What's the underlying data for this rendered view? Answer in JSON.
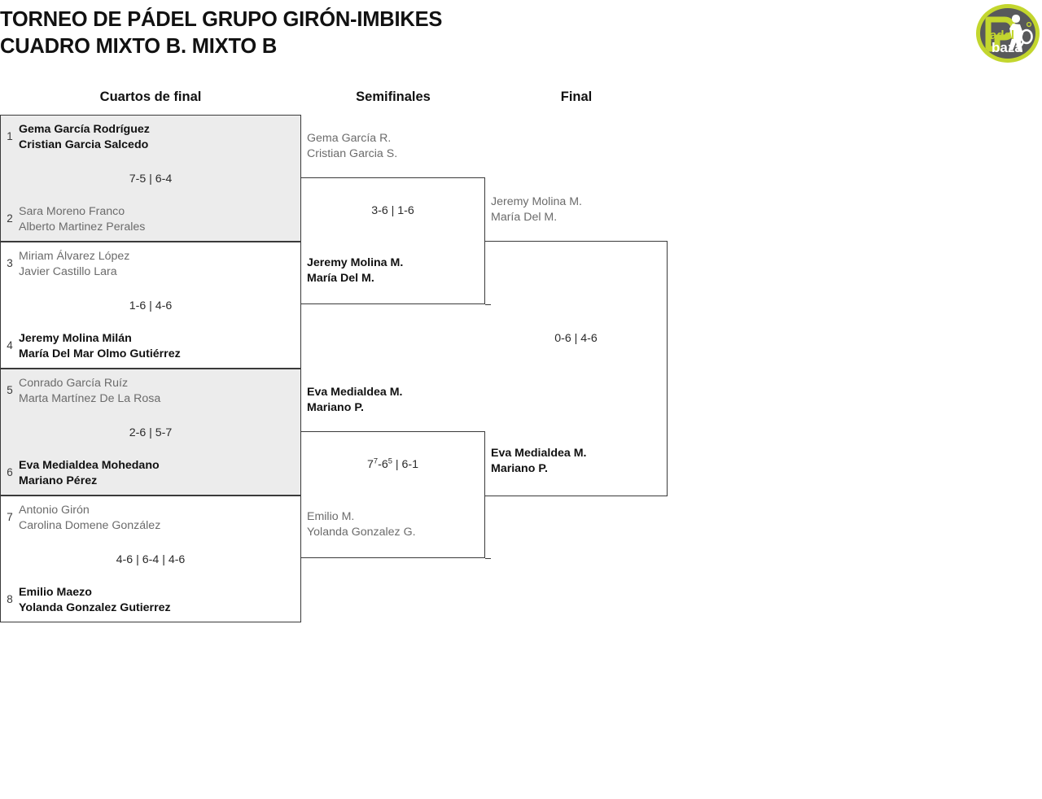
{
  "header": {
    "title": "TORNEO DE PÁDEL GRUPO GIRÓN-IMBIKES\nCUADRO MIXTO B. MIXTO B",
    "logo_name": "padel-baza-logo",
    "logo_text": "Padel baza",
    "logo_ring_color": "#c3d62e",
    "logo_inner_color": "#58595b"
  },
  "rounds": [
    {
      "label": "Cuartos de final"
    },
    {
      "label": "Semifinales"
    },
    {
      "label": "Final"
    }
  ],
  "quarterfinals": [
    {
      "seed_top": "1",
      "top": "Gema García Rodríguez\nCristian Garcia Salcedo",
      "seed_bottom": "2",
      "bottom": "Sara Moreno Franco\nAlberto Martinez Perales",
      "score": "7-5 | 6-4",
      "winner": "top",
      "shaded": true
    },
    {
      "seed_top": "3",
      "top": "Miriam Álvarez López\nJavier Castillo Lara",
      "seed_bottom": "4",
      "bottom": "Jeremy Molina Milán\nMaría Del Mar Olmo Gutiérrez",
      "score": "1-6 | 4-6",
      "winner": "bottom",
      "shaded": false
    },
    {
      "seed_top": "5",
      "top": "Conrado García Ruíz\nMarta Martínez De La Rosa",
      "seed_bottom": "6",
      "bottom": "Eva Medialdea Mohedano\nMariano Pérez",
      "score": "2-6 | 5-7",
      "winner": "bottom",
      "shaded": true
    },
    {
      "seed_top": "7",
      "top": "Antonio Girón\nCarolina Domene González",
      "seed_bottom": "8",
      "bottom": "Emilio Maezo\nYolanda Gonzalez Gutierrez",
      "score": "4-6 | 6-4 | 4-6",
      "winner": "bottom",
      "shaded": false
    }
  ],
  "semifinals": [
    {
      "top": "Gema García R.\nCristian Garcia S.",
      "bottom": "Jeremy Molina M.\nMaría Del M.",
      "score_html": "3-6 | 1-6",
      "score": "3-6 | 1-6",
      "winner": "bottom"
    },
    {
      "top": "Eva Medialdea M.\nMariano P.",
      "bottom": "Emilio M.\nYolanda Gonzalez G.",
      "score_html": "7<sup>7</sup>-6<sup>5</sup> | 6-1",
      "score": "7(7)-6(5) | 6-1",
      "winner": "top"
    }
  ],
  "final": {
    "top": "Jeremy Molina M.\nMaría Del M.",
    "bottom": "Eva Medialdea M.\nMariano P.",
    "score": "0-6 | 4-6",
    "winner": "bottom"
  }
}
